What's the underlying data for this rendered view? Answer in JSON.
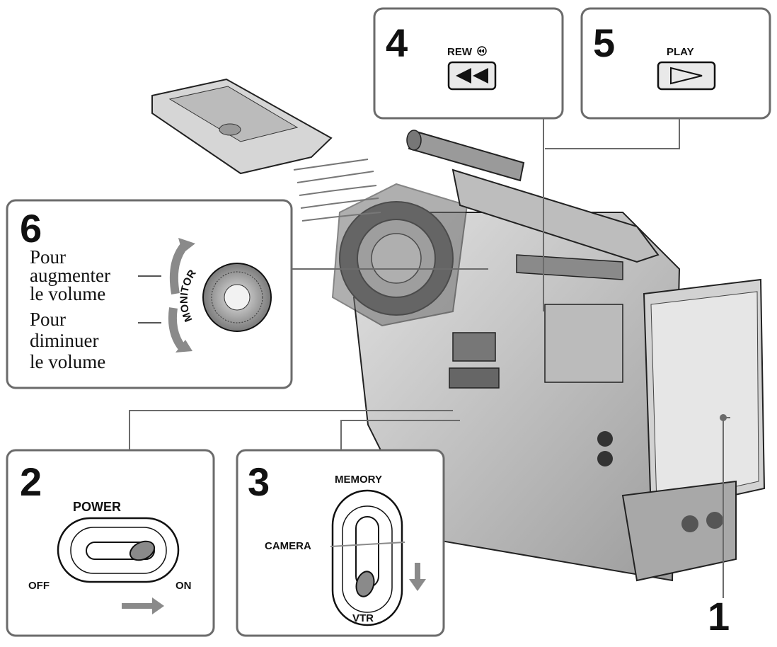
{
  "callouts": {
    "c1": {
      "number": "1"
    },
    "c2": {
      "number": "2",
      "power": "POWER",
      "off": "OFF",
      "on": "ON"
    },
    "c3": {
      "number": "3",
      "memory": "MEMORY",
      "camera": "CAMERA",
      "vtr": "VTR"
    },
    "c4": {
      "number": "4",
      "rew": "REW"
    },
    "c5": {
      "number": "5",
      "play": "PLAY"
    },
    "c6": {
      "number": "6",
      "monitor": "MONITOR",
      "up_lines": [
        "Pour",
        "augmenter",
        "le volume"
      ],
      "down_lines": [
        "Pour",
        "diminuer",
        "le volume"
      ]
    }
  },
  "colors": {
    "ink": "#111111",
    "panel_stroke": "#6b6b6b",
    "body": "#cfcfcf",
    "dark": "#4a4a4a",
    "arrow_gray": "#8a8a8a"
  }
}
